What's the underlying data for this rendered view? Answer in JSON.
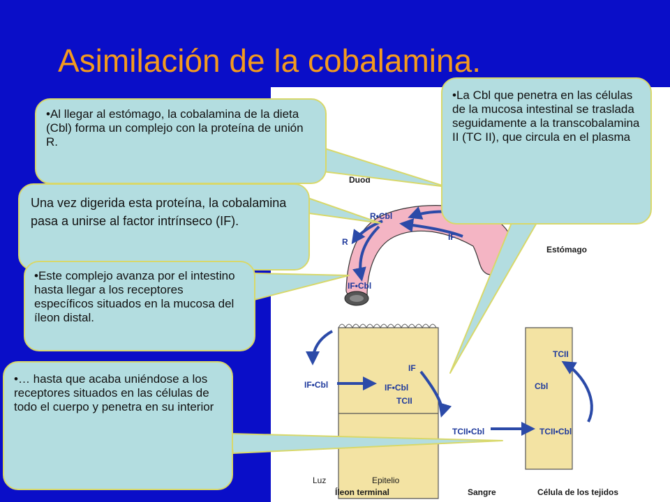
{
  "title": "Asimilación de la cobalamina.",
  "callouts": {
    "c1": "•Al llegar al estómago, la cobalamina de la dieta (Cbl) forma un complejo con la proteína de unión R.",
    "c2": "Una vez digerida esta proteína, la cobalamina pasa a unirse al factor intrínseco (IF).",
    "c3": "•Este complejo avanza por el intestino hasta llegar a los receptores específicos situados en la mucosa del íleon distal.",
    "c4": "•… hasta que acaba uniéndose a los receptores situados en las células de todo el cuerpo y penetra en su interior",
    "c5": "•La Cbl que penetra en las células de la mucosa intestinal se traslada seguidamente a la transcobalamina II (TC II), que circula en el plasma"
  },
  "figure": {
    "duodeno_partial": "Duod",
    "estomago": "Estómago",
    "r_cbl": "R•Cbl",
    "r": "R",
    "if_stomach": "IF",
    "if_cbl_stomach": "IF•Cbl",
    "if_cbl_lumen": "IF•Cbl",
    "if_epithelium": "IF",
    "if_cbl_epithelium": "IF•Cbl",
    "tcii_epithelium": "TCII",
    "tcii_cbl_blood": "TCII•Cbl",
    "tcii_cell": "TCII",
    "cbl_cell": "Cbl",
    "tcii_cbl_cell": "TCII•Cbl",
    "luz": "Luz",
    "epitelio": "Epitelio",
    "ileon_terminal": "Íleon terminal",
    "sangre": "Sangre",
    "celula_tejidos": "Célula de los tejidos"
  },
  "colors": {
    "background": "#0a0ec8",
    "title": "#f39a1e",
    "callout_fill": "#b3dde0",
    "callout_border": "#d8d86a",
    "stomach_pink": "#f4b5c4",
    "epithelium_tan": "#f3e3a3",
    "arrow_blue": "#2b4aa8"
  }
}
